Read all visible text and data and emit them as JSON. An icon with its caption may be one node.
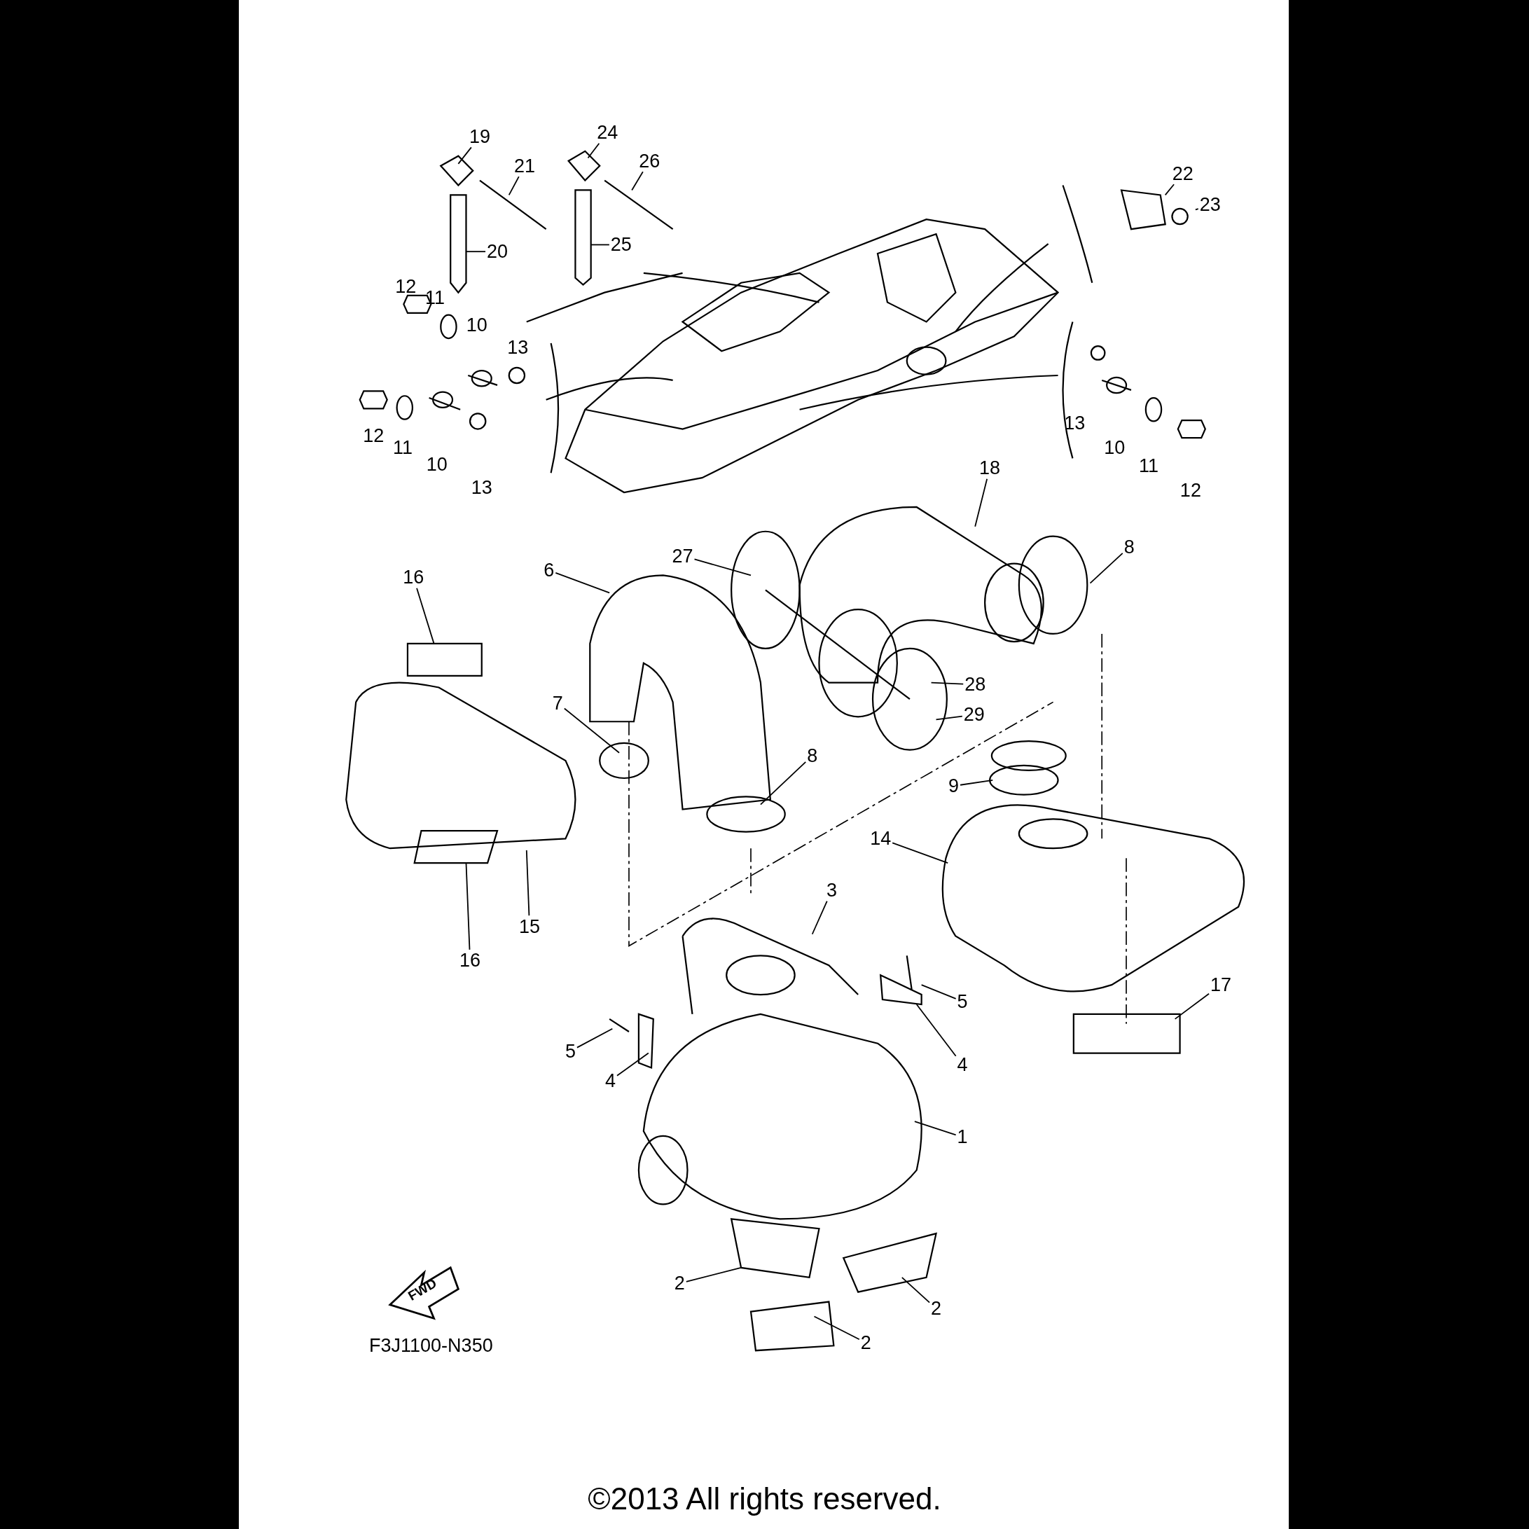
{
  "diagram": {
    "caption": "©2013 All rights reserved.",
    "nodes": [
      {
        "text": [
          "19"
        ]
      },
      {
        "text": [
          "21"
        ]
      },
      {
        "text": [
          "24"
        ]
      },
      {
        "text": [
          "26"
        ]
      },
      {
        "text": [
          "20"
        ]
      },
      {
        "text": [
          "25"
        ]
      },
      {
        "text": [
          "22"
        ]
      },
      {
        "text": [
          "23"
        ]
      },
      {
        "text": [
          "18"
        ]
      },
      {
        "text": [
          "8"
        ]
      },
      {
        "text": [
          "27"
        ]
      },
      {
        "text": [
          "6"
        ]
      },
      {
        "text": [
          "16"
        ]
      },
      {
        "text": [
          "28"
        ]
      },
      {
        "text": [
          "29"
        ]
      },
      {
        "text": [
          "7"
        ]
      },
      {
        "text": [
          "8"
        ]
      },
      {
        "text": [
          "9"
        ]
      },
      {
        "text": [
          "14"
        ]
      },
      {
        "text": [
          "3"
        ]
      },
      {
        "text": [
          "15"
        ]
      },
      {
        "text": [
          "16"
        ]
      },
      {
        "text": [
          "17"
        ]
      },
      {
        "text": [
          "5"
        ]
      },
      {
        "text": [
          "5"
        ]
      },
      {
        "text": [
          "4"
        ]
      },
      {
        "text": [
          "4"
        ]
      },
      {
        "text": [
          "1"
        ]
      },
      {
        "text": [
          "2"
        ]
      },
      {
        "text": [
          "2"
        ]
      },
      {
        "text": [
          "2"
        ]
      }
    ],
    "edges": [
      {
        "from": 0,
        "to": null,
        "arrow": "none"
      },
      {
        "from": 1,
        "to": null,
        "arrow": "none"
      },
      {
        "from": 2,
        "to": null,
        "arrow": "none"
      },
      {
        "from": 3,
        "to": null,
        "arrow": "none"
      },
      {
        "from": 4,
        "to": null,
        "arrow": "none"
      },
      {
        "from": 5,
        "to": null,
        "arrow": "none"
      },
      {
        "from": 6,
        "to": null,
        "arrow": "none"
      },
      {
        "from": 7,
        "to": null,
        "arrow": "none"
      },
      {
        "from": 8,
        "to": null,
        "arrow": "none"
      },
      {
        "from": 9,
        "to": null,
        "arrow": "none"
      },
      {
        "from": 10,
        "to": null,
        "arrow": "none"
      },
      {
        "from": 11,
        "to": null,
        "arrow": "none"
      },
      {
        "from": 12,
        "to": null,
        "arrow": "none"
      },
      {
        "from": 13,
        "to": null,
        "arrow": "none"
      },
      {
        "from": 14,
        "to": null,
        "arrow": "none"
      },
      {
        "from": 15,
        "to": null,
        "arrow": "none"
      },
      {
        "from": 16,
        "to": null,
        "arrow": "none"
      },
      {
        "from": 17,
        "to": null,
        "arrow": "none"
      },
      {
        "from": 18,
        "to": null,
        "arrow": "none"
      },
      {
        "from": 19,
        "to": null,
        "arrow": "none"
      },
      {
        "from": 20,
        "to": null,
        "arrow": "none"
      },
      {
        "from": 21,
        "to": null,
        "arrow": "none"
      },
      {
        "from": 22,
        "to": null,
        "arrow": "none"
      },
      {
        "from": 23,
        "to": null,
        "arrow": "none"
      },
      {
        "from": 24,
        "to": null,
        "arrow": "none"
      },
      {
        "from": 25,
        "to": null,
        "arrow": "none"
      },
      {
        "from": 26,
        "to": null,
        "arrow": "none"
      },
      {
        "from": 27,
        "to": null,
        "arrow": "none"
      },
      {
        "from": 28,
        "to": null,
        "arrow": "none"
      },
      {
        "from": 29,
        "to": null,
        "arrow": "none"
      },
      {
        "from": 30,
        "to": null,
        "arrow": "none"
      }
    ],
    "labels": [
      "12",
      "11",
      "10",
      "13",
      "12",
      "11",
      "10",
      "13",
      "13",
      "10",
      "11",
      "12",
      "FWD",
      "F3J1100-N350"
    ]
  }
}
